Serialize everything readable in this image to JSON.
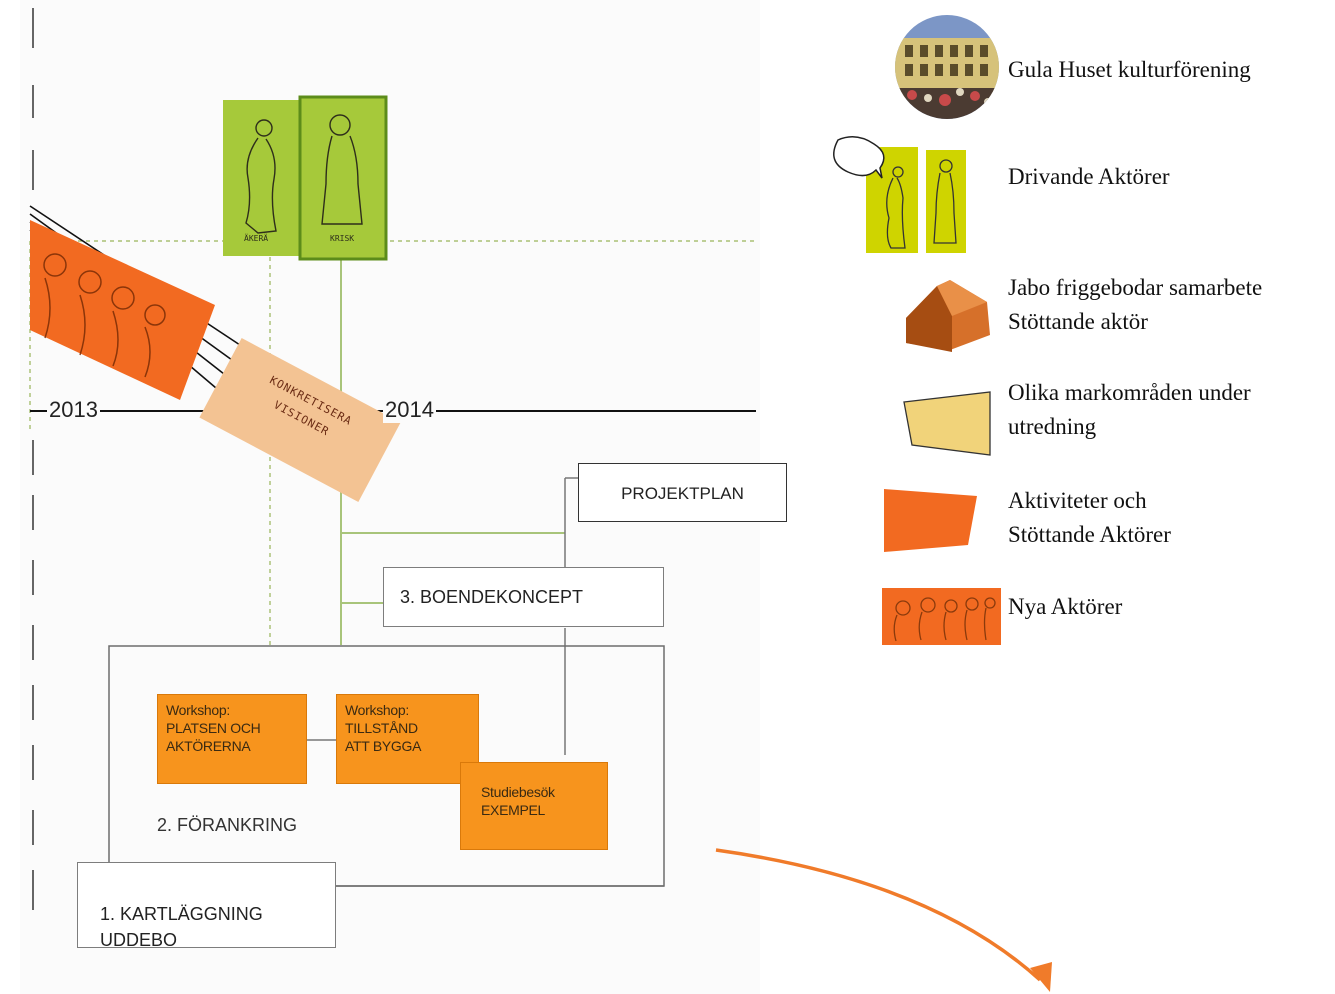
{
  "timeline": {
    "year_1": "2013",
    "year_2": "2014"
  },
  "sticky": {
    "left_tag": "ÄKERÄ",
    "right_tag": "KRISK",
    "tilted_note": "KONKRETISERA\nVISIONER"
  },
  "boxes": {
    "projektplan": "PROJEKTPLAN",
    "boendekoncept": "3. BOENDEKONCEPT",
    "forankring": "2. FÖRANKRING",
    "kartlaggning": "1. KARTLÄGGNING\nUDDEBO"
  },
  "workshops": {
    "w1": "Workshop:\nPLATSEN OCH\nAKTÖRERNA",
    "w2": "Workshop:\nTILLSTÅND\nATT BYGGA",
    "w3": "Studiebesök\nEXEMPEL"
  },
  "legend": {
    "gula_huset": "Gula Huset kulturförening",
    "drivande": "Drivande Aktörer",
    "jabo": "Jabo friggebodar samarbete\nStöttande aktör",
    "markomraden": "Olika markområden under\nutredning",
    "aktiviteter": "Aktiviteter och\nStöttande Aktörer",
    "nya": "Nya Aktörer"
  },
  "colors": {
    "orange": "#f7941d",
    "deep_orange": "#f26a21",
    "lime": "#a6c93a",
    "yellow_lime": "#cfd400",
    "sand": "#f1d37a",
    "dotted_line": "#9ab55a"
  }
}
